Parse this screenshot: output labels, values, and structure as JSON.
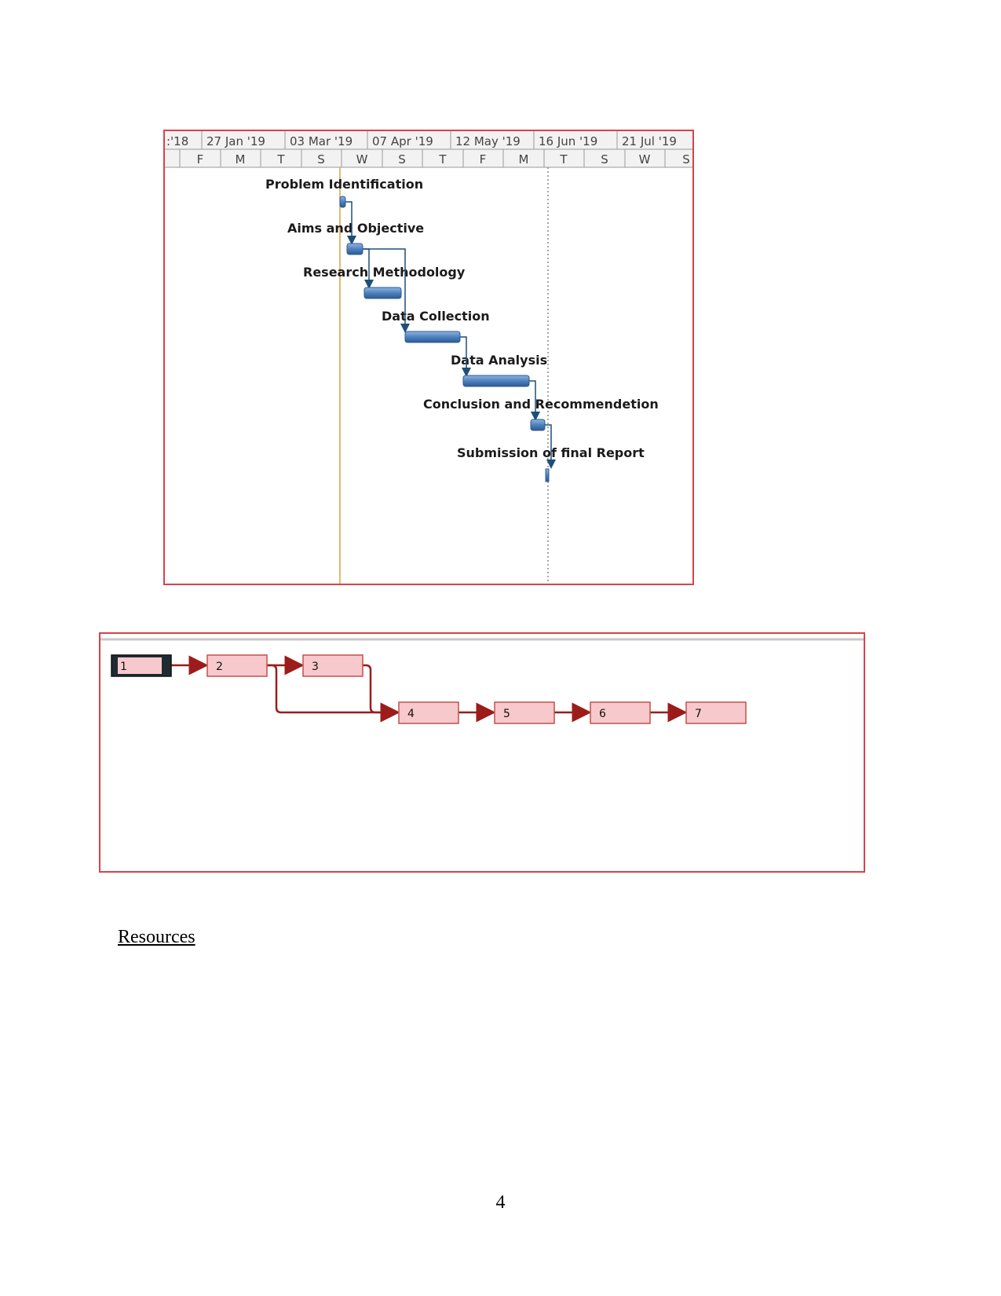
{
  "gantt": {
    "top_timescale": [
      ":'18",
      "27 Jan '19",
      "03 Mar '19",
      "07 Apr '19",
      "12 May '19",
      "16 Jun '19",
      "21 Jul '19"
    ],
    "bottom_timescale": [
      "F",
      "M",
      "T",
      "S",
      "W",
      "S",
      "T",
      "F",
      "M",
      "T",
      "S",
      "W",
      "S"
    ],
    "tasks": [
      {
        "label": "Problem Identification"
      },
      {
        "label": "Aims and Objective"
      },
      {
        "label": "Research Methodology"
      },
      {
        "label": "Data Collection"
      },
      {
        "label": "Data Analysis"
      },
      {
        "label": "Conclusion and Recommendetion"
      },
      {
        "label": "Submission of final Report"
      }
    ],
    "colors": {
      "bar": "#4f81bd",
      "link": "#1f4e79",
      "today_line": "#d9a441",
      "frame": "#d9414b"
    }
  },
  "network": {
    "nodes": [
      "1",
      "2",
      "3",
      "4",
      "5",
      "6",
      "7"
    ],
    "colors": {
      "node_fill": "#f8c9cc",
      "node_border": "#c0504d",
      "arrow": "#9c1c1c"
    }
  },
  "resources_heading": "Resources",
  "page_number": "4"
}
